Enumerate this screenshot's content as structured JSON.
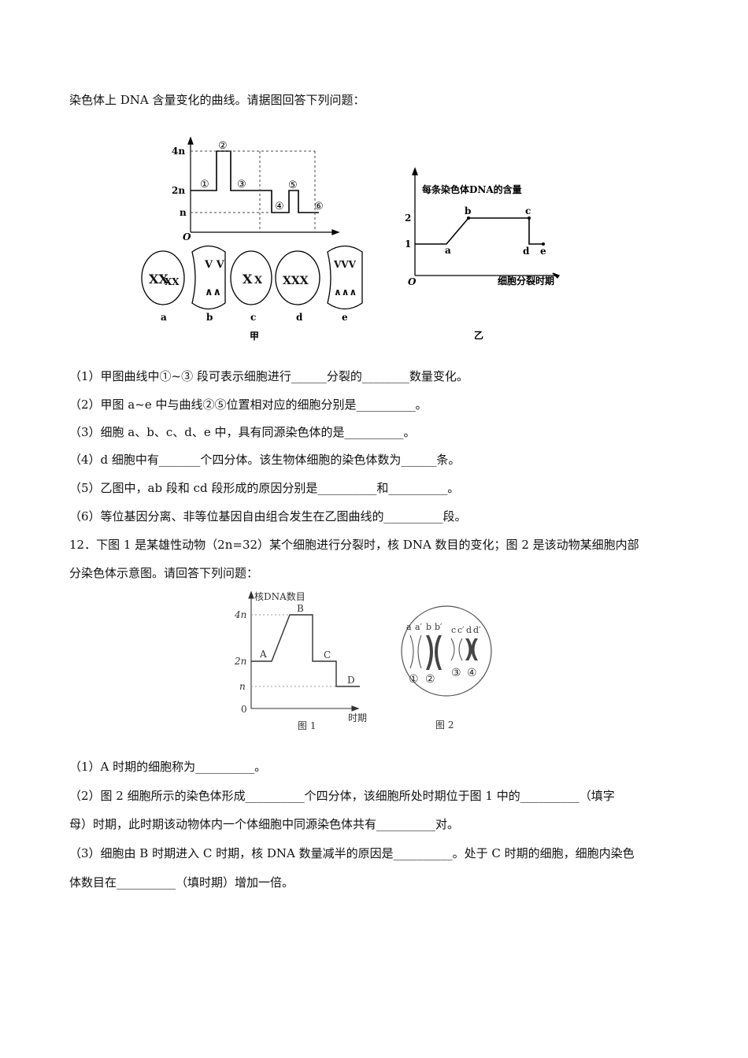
{
  "intro_line": "染色体上 DNA 含量变化的曲线。请据图回答下列问题：",
  "fig_jia": {
    "y_labels": [
      "4n",
      "2n",
      "n",
      "O"
    ],
    "segment_marks": [
      "①",
      "②",
      "③",
      "④",
      "⑤",
      "⑥"
    ],
    "cell_labels": [
      "a",
      "b",
      "c",
      "d",
      "e"
    ],
    "caption": "甲"
  },
  "fig_yi": {
    "y_title": "每条染色体DNA的含量",
    "x_title": "细胞分裂时期",
    "y_ticks": [
      "2",
      "1"
    ],
    "origin": "O",
    "points": [
      "a",
      "b",
      "c",
      "d",
      "e"
    ],
    "caption": "乙"
  },
  "q11": [
    "（1）甲图曲线中①~③ 段可表示细胞进行______分裂的________数量变化。",
    "（2）甲图 a~e 中与曲线②⑤位置相对应的细胞分别是__________。",
    "（3）细胞 a、b、c、d、e 中，具有同源染色体的是__________。",
    "（4）d 细胞中有_______个四分体。该生物体细胞的染色体数为______条。",
    "（5）乙图中，ab 段和 cd 段形成的原因分别是__________和__________。",
    "（6）等位基因分离、非等位基因自由组合发生在乙图曲线的__________段。"
  ],
  "q12_stem": [
    "12．下图 1 是某雄性动物（2n=32）某个细胞进行分裂时，核 DNA 数目的变化；图 2 是该动物某细胞内部",
    "分染色体示意图。请回答下列问题："
  ],
  "fig1": {
    "y_title": "核DNA数目",
    "y_labels": [
      "4n",
      "2n",
      "n",
      "0"
    ],
    "x_title": "时期",
    "points": [
      "A",
      "B",
      "C",
      "D"
    ],
    "caption": "图 1"
  },
  "fig2": {
    "letters": [
      "a",
      "a′",
      "b",
      "b′",
      "c",
      "c′",
      "d",
      "d′"
    ],
    "numbers": [
      "①",
      "②",
      "③",
      "④"
    ],
    "caption": "图 2"
  },
  "q12": [
    "（1）A 时期的细胞称为__________。",
    "（2）图 2 细胞所示的染色体形成__________个四分体，该细胞所处时期位于图 1 中的__________（填字",
    "母）时期，此时期该动物体内一个体细胞中同源染色体共有__________对。",
    "（3）细胞由 B 时期进入 C 时期，核 DNA 数量减半的原因是__________。处于 C 时期的细胞，细胞内染色",
    "体数目在__________（填时期）增加一倍。"
  ]
}
